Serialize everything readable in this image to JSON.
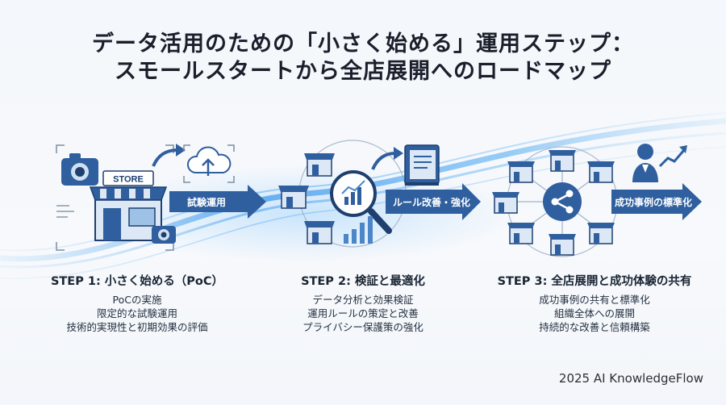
{
  "title": {
    "line1": "データ活用のための「小さく始める」運用ステップ：",
    "line2": "スモールスタートから全店展開へのロードマップ"
  },
  "arrows": {
    "a1": "試験運用",
    "a2": "ルール改善・強化",
    "a3": "成功事例の標準化"
  },
  "store_sign": "STORE",
  "steps": [
    {
      "title": "STEP 1: 小さく始める（PoC）",
      "desc": [
        "PoCの実施",
        "限定的な試験運用",
        "技術的実現性と初期効果の評価"
      ]
    },
    {
      "title": "STEP 2: 検証と最適化",
      "desc": [
        "データ分析と効果検証",
        "運用ルールの策定と改善",
        "プライバシー保護策の強化"
      ]
    },
    {
      "title": "STEP 3: 全店展開と成功体験の共有",
      "desc": [
        "成功事例の共有と標準化",
        "組織全体への展開",
        "持続的な改善と信頼構築"
      ]
    }
  ],
  "footer": "2025 AI KnowledgeFlow",
  "colors": {
    "primary": "#2f5f9e",
    "dark": "#1f3f6e",
    "light": "#cfe0f2",
    "wave": "#4aa3ee"
  }
}
